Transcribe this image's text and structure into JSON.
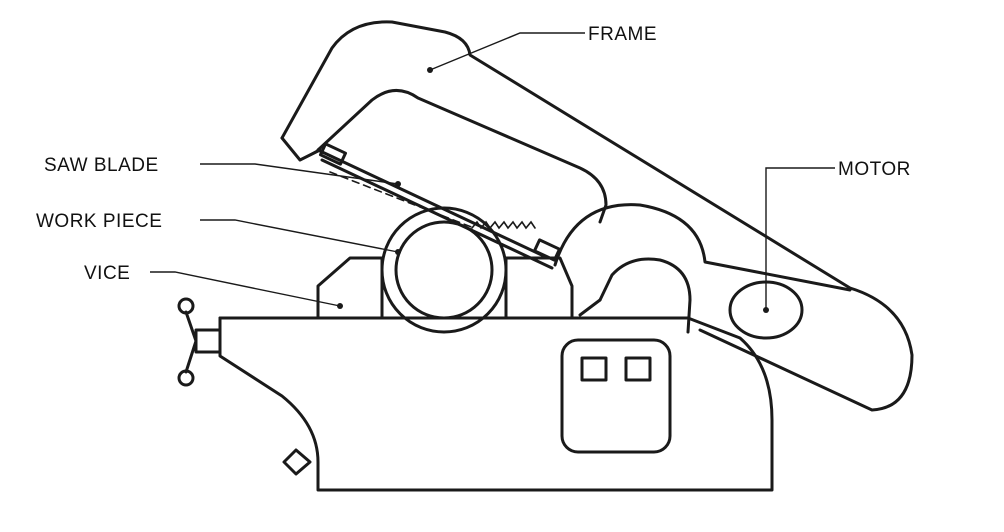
{
  "labels": {
    "frame": "FRAME",
    "saw_blade": "SAW BLADE",
    "work_piece": "WORK PIECE",
    "vice": "VICE",
    "motor": "MOTOR"
  }
}
